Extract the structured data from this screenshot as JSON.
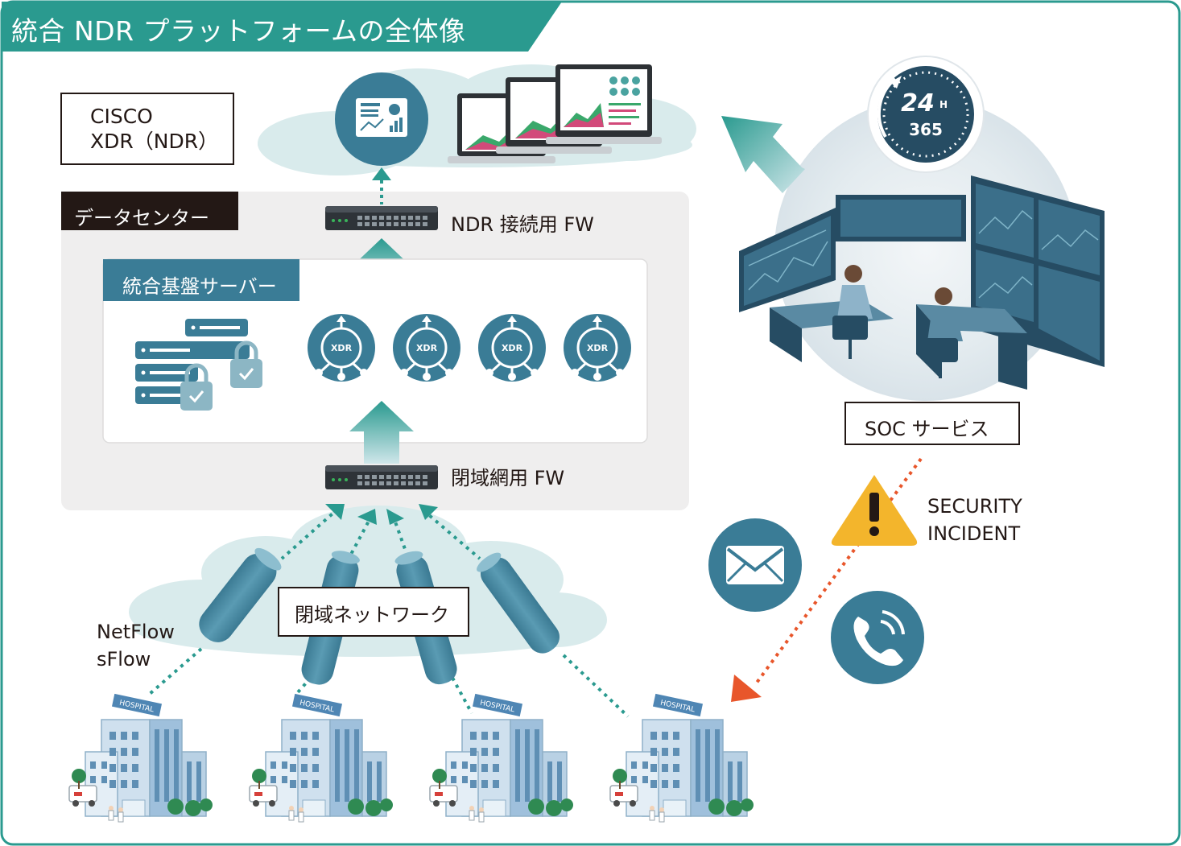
{
  "title": "統合 NDR プラットフォームの全体像",
  "cisco_box": {
    "line1": "CISCO",
    "line2": "XDR（NDR）"
  },
  "datacenter": {
    "label": "データセンター"
  },
  "server": {
    "label": "統合基盤サーバー",
    "xdr_nodes": [
      "XDR",
      "XDR",
      "XDR",
      "XDR"
    ]
  },
  "firewalls": {
    "ndr": "NDR 接続用 FW",
    "closed": "閉域網用 FW"
  },
  "soc": {
    "label": "SOC サービス",
    "badge_top": "24",
    "badge_h": "H",
    "badge_bottom": "365"
  },
  "incident": {
    "line1": "SECURITY",
    "line2": "INCIDENT"
  },
  "network": {
    "label": "閉域ネットワーク"
  },
  "flows": {
    "line1": "NetFlow",
    "line2": "sFlow"
  },
  "hospitals": {
    "sign": "HOSPITAL",
    "count_label": [
      "HOSPITAL",
      "HOSPITAL",
      "HOSPITAL",
      "HOSPITAL"
    ]
  },
  "colors": {
    "teal": "#2a9a8f",
    "steel_blue": "#3a7c96",
    "dark_blue": "#264c63",
    "cloud": "#d9ebec",
    "alert_orange": "#e8562b",
    "warning_yellow": "#f3b52c",
    "panel_gray": "#efeeee",
    "label_dark": "#231815"
  }
}
